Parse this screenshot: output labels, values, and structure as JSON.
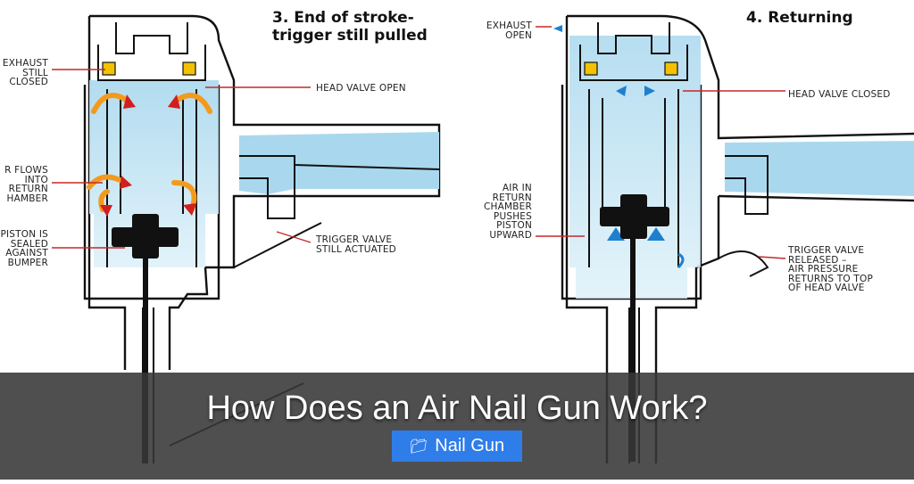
{
  "panel_left": {
    "title": "3. End of stroke-\ntrigger still pulled",
    "labels": {
      "exhaust": "EXHAUST\nSTILL\nCLOSED",
      "head_valve": "HEAD VALVE OPEN",
      "air_flows": "R FLOWS\nINTO\nRETURN\nHAMBER",
      "piston": "PISTON IS\nSEALED\nAGAINST\nBUMPER",
      "trigger": "TRIGGER VALVE\nSTILL ACTUATED"
    }
  },
  "panel_right": {
    "title": "4. Returning",
    "labels": {
      "exhaust": "EXHAUST\nOPEN",
      "head_valve": "HEAD VALVE CLOSED",
      "air_return": "AIR IN\nRETURN\nCHAMBER\nPUSHES\nPISTON\nUPWARD",
      "trigger": "TRIGGER VALVE\nRELEASED –\nAIR PRESSURE\nRETURNS TO TOP\nOF HEAD VALVE"
    }
  },
  "caption": {
    "title": "How Does an Air Nail Gun Work?",
    "badge_icon": "folder-icon",
    "badge_label": "Nail Gun"
  },
  "colors": {
    "air": "#bfe3f2",
    "air_deep": "#9fd3ec",
    "arrow_orange": "#f39a1d",
    "arrow_red": "#d11f1f",
    "flow_blue": "#1f7fcf",
    "badge": "#2f7de9"
  }
}
